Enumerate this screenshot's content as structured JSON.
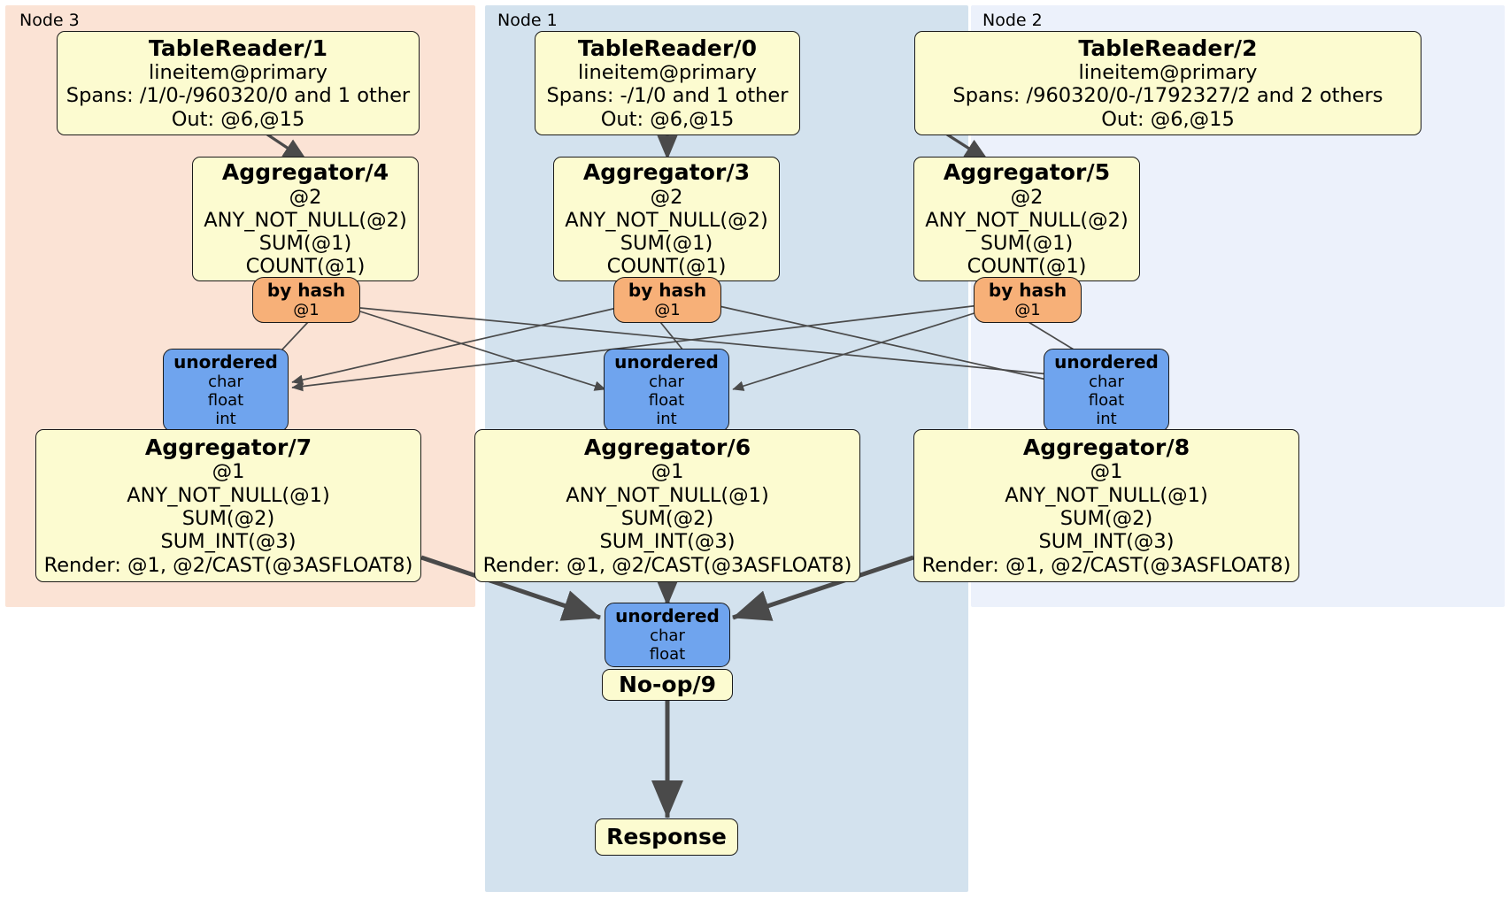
{
  "diagram": {
    "type": "distsql-physical-plan",
    "colors": {
      "node3_bg": "#fbe3d5",
      "node1_bg": "#d3e2ee",
      "node2_bg": "#ecf1fb",
      "processor_bg": "#fcfbd0",
      "router_bg": "#f7b078",
      "stream_bg": "#6fa4ee",
      "edge": "#4a4a4a",
      "border": "#1a1a1a"
    },
    "clusters": [
      {
        "id": "node3",
        "label": "Node 3"
      },
      {
        "id": "node1",
        "label": "Node 1"
      },
      {
        "id": "node2",
        "label": "Node 2"
      }
    ],
    "processors": {
      "tablereader1": {
        "title": "TableReader/1",
        "lines": [
          "lineitem@primary",
          "Spans: /1/0-/960320/0 and 1 other",
          "Out: @6,@15"
        ]
      },
      "tablereader0": {
        "title": "TableReader/0",
        "lines": [
          "lineitem@primary",
          "Spans: -/1/0 and 1 other",
          "Out: @6,@15"
        ]
      },
      "tablereader2": {
        "title": "TableReader/2",
        "lines": [
          "lineitem@primary",
          "Spans: /960320/0-/1792327/2 and 2 others",
          "Out: @6,@15"
        ]
      },
      "aggregator4": {
        "title": "Aggregator/4",
        "lines": [
          "@2",
          "ANY_NOT_NULL(@2)",
          "SUM(@1)",
          "COUNT(@1)"
        ]
      },
      "aggregator3": {
        "title": "Aggregator/3",
        "lines": [
          "@2",
          "ANY_NOT_NULL(@2)",
          "SUM(@1)",
          "COUNT(@1)"
        ]
      },
      "aggregator5": {
        "title": "Aggregator/5",
        "lines": [
          "@2",
          "ANY_NOT_NULL(@2)",
          "SUM(@1)",
          "COUNT(@1)"
        ]
      },
      "aggregator7": {
        "title": "Aggregator/7",
        "lines": [
          "@1",
          "ANY_NOT_NULL(@1)",
          "SUM(@2)",
          "SUM_INT(@3)",
          "Render: @1, @2/CAST(@3ASFLOAT8)"
        ]
      },
      "aggregator6": {
        "title": "Aggregator/6",
        "lines": [
          "@1",
          "ANY_NOT_NULL(@1)",
          "SUM(@2)",
          "SUM_INT(@3)",
          "Render: @1, @2/CAST(@3ASFLOAT8)"
        ]
      },
      "aggregator8": {
        "title": "Aggregator/8",
        "lines": [
          "@1",
          "ANY_NOT_NULL(@1)",
          "SUM(@2)",
          "SUM_INT(@3)",
          "Render: @1, @2/CAST(@3ASFLOAT8)"
        ]
      },
      "noop9": {
        "title": "No-op/9",
        "lines": []
      },
      "response": {
        "title": "Response",
        "lines": []
      }
    },
    "routers": {
      "byhash_left": {
        "title": "by hash",
        "lines": [
          "@1"
        ]
      },
      "byhash_center": {
        "title": "by hash",
        "lines": [
          "@1"
        ]
      },
      "byhash_right": {
        "title": "by hash",
        "lines": [
          "@1"
        ]
      }
    },
    "streams": {
      "unordered_left": {
        "title": "unordered",
        "lines": [
          "char",
          "float",
          "int"
        ]
      },
      "unordered_center": {
        "title": "unordered",
        "lines": [
          "char",
          "float",
          "int"
        ]
      },
      "unordered_right": {
        "title": "unordered",
        "lines": [
          "char",
          "float",
          "int"
        ]
      },
      "unordered_final": {
        "title": "unordered",
        "lines": [
          "char",
          "float"
        ]
      }
    }
  }
}
